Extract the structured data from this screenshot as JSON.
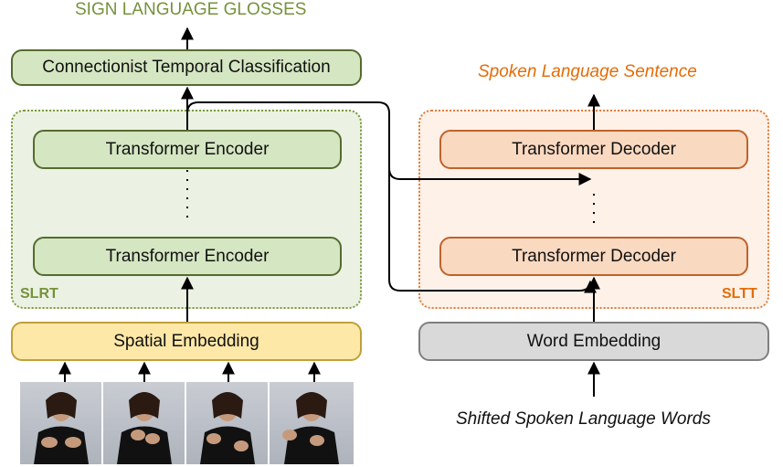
{
  "title": "SIGN LANGUAGE GLOSSES",
  "output_label": "Spoken Language Sentence",
  "input_label": "Shifted Spoken Language Words",
  "ctc_label": "Connectionist Temporal Classification",
  "encoder_label": "Transformer Encoder",
  "decoder_label": "Transformer Decoder",
  "spatial_label": "Spatial Embedding",
  "word_label": "Word Embedding",
  "slrt_label": "SLRT",
  "sltt_label": "SLTT",
  "colors": {
    "green_text": "#76923c",
    "orange_text": "#e36c09"
  },
  "frames": [
    "signer-frame-1",
    "signer-frame-2",
    "signer-frame-3",
    "signer-frame-4"
  ]
}
